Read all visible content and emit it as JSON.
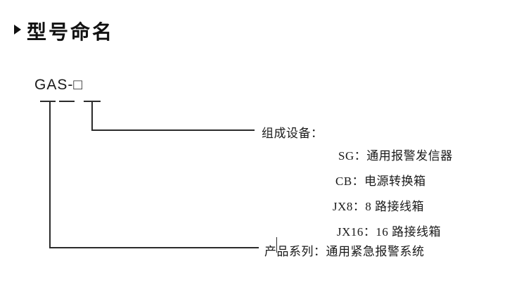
{
  "colors": {
    "background": "#ffffff",
    "text": "#1a1a1a",
    "line": "#2b2b2b"
  },
  "header": {
    "bullet_icon": "triangle-right",
    "title": "型号命名"
  },
  "model": {
    "code": "GAS-□"
  },
  "callouts": {
    "component": {
      "label": "组成设备：",
      "items": [
        "SG：通用报警发信器",
        "CB：电源转换箱",
        "JX8：8 路接线箱",
        "JX16：16 路接线箱"
      ]
    },
    "series": {
      "label": "产品系列：通用紧急报警系统"
    }
  }
}
